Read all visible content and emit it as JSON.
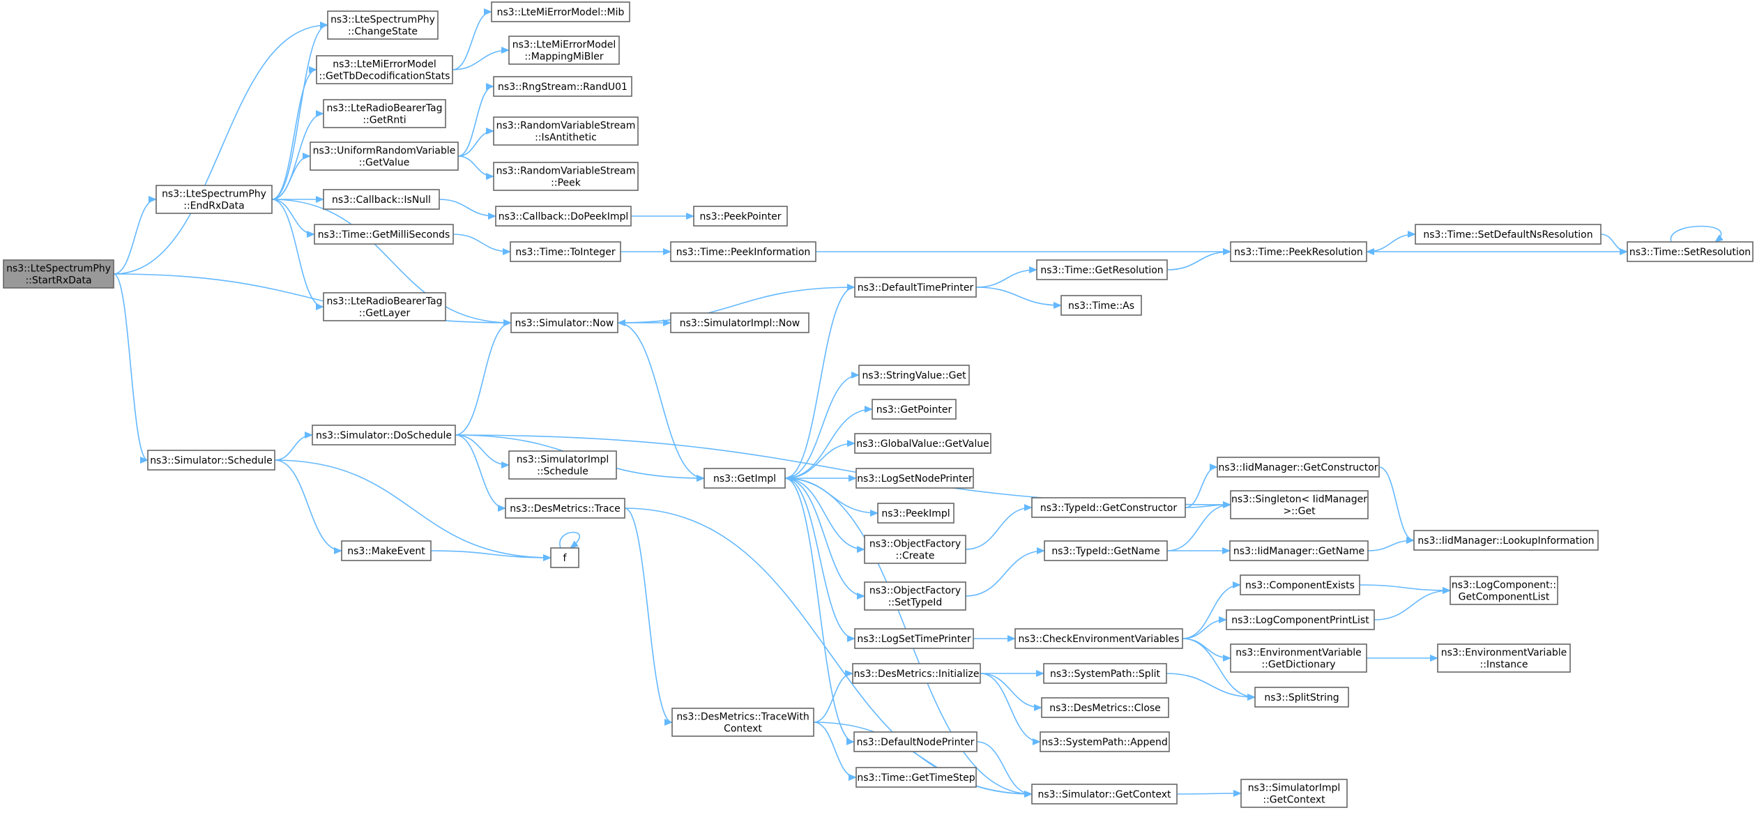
{
  "graph": {
    "edge_color": "#63b8ff",
    "node_border_color": "#666666",
    "root_fill_color": "#999999",
    "nodes": [
      {
        "id": "n0",
        "lines": [
          "ns3::LteSpectrumPhy",
          "::StartRxData"
        ],
        "root": true,
        "interactable": false
      },
      {
        "id": "n1",
        "lines": [
          "ns3::LteSpectrumPhy",
          "::EndRxData"
        ]
      },
      {
        "id": "n2",
        "lines": [
          "ns3::LteSpectrumPhy",
          "::ChangeState"
        ]
      },
      {
        "id": "n3",
        "lines": [
          "ns3::LteMiErrorModel",
          "::GetTbDecodificationStats"
        ]
      },
      {
        "id": "n4",
        "lines": [
          "ns3::LteMiErrorModel::Mib"
        ]
      },
      {
        "id": "n5",
        "lines": [
          "ns3::LteMiErrorModel",
          "::MappingMiBler"
        ]
      },
      {
        "id": "n6",
        "lines": [
          "ns3::LteRadioBearerTag",
          "::GetRnti"
        ]
      },
      {
        "id": "n7",
        "lines": [
          "ns3::UniformRandomVariable",
          "::GetValue"
        ]
      },
      {
        "id": "n8",
        "lines": [
          "ns3::RngStream::RandU01"
        ]
      },
      {
        "id": "n9",
        "lines": [
          "ns3::RandomVariableStream",
          "::IsAntithetic"
        ]
      },
      {
        "id": "n10",
        "lines": [
          "ns3::RandomVariableStream",
          "::Peek"
        ]
      },
      {
        "id": "n11",
        "lines": [
          "ns3::Callback::IsNull"
        ]
      },
      {
        "id": "n12",
        "lines": [
          "ns3::Callback::DoPeekImpl"
        ]
      },
      {
        "id": "n13",
        "lines": [
          "ns3::PeekPointer"
        ]
      },
      {
        "id": "n14",
        "lines": [
          "ns3::Time::GetMilliSeconds"
        ]
      },
      {
        "id": "n15",
        "lines": [
          "ns3::Time::ToInteger"
        ]
      },
      {
        "id": "n16",
        "lines": [
          "ns3::Time::PeekInformation"
        ]
      },
      {
        "id": "n17",
        "lines": [
          "ns3::Time::PeekResolution"
        ]
      },
      {
        "id": "n18",
        "lines": [
          "ns3::Time::SetDefaultNsResolution"
        ]
      },
      {
        "id": "n19",
        "lines": [
          "ns3::Time::SetResolution"
        ]
      },
      {
        "id": "n20",
        "lines": [
          "ns3::LteRadioBearerTag",
          "::GetLayer"
        ]
      },
      {
        "id": "n21",
        "lines": [
          "ns3::Simulator::Now"
        ]
      },
      {
        "id": "n22",
        "lines": [
          "ns3::SimulatorImpl::Now"
        ]
      },
      {
        "id": "n23",
        "lines": [
          "ns3::DefaultTimePrinter"
        ]
      },
      {
        "id": "n24",
        "lines": [
          "ns3::Time::GetResolution"
        ]
      },
      {
        "id": "n25",
        "lines": [
          "ns3::Time::As"
        ]
      },
      {
        "id": "n26",
        "lines": [
          "ns3::Simulator::Schedule"
        ]
      },
      {
        "id": "n27",
        "lines": [
          "ns3::Simulator::DoSchedule"
        ]
      },
      {
        "id": "n28",
        "lines": [
          "ns3::SimulatorImpl",
          "::Schedule"
        ]
      },
      {
        "id": "n29",
        "lines": [
          "ns3::DesMetrics::Trace"
        ]
      },
      {
        "id": "n30",
        "lines": [
          "ns3::MakeEvent"
        ]
      },
      {
        "id": "n31",
        "lines": [
          "f"
        ]
      },
      {
        "id": "n32",
        "lines": [
          "ns3::GetImpl"
        ]
      },
      {
        "id": "n33",
        "lines": [
          "ns3::StringValue::Get"
        ]
      },
      {
        "id": "n34",
        "lines": [
          "ns3::GetPointer"
        ]
      },
      {
        "id": "n35",
        "lines": [
          "ns3::GlobalValue::GetValue"
        ]
      },
      {
        "id": "n36",
        "lines": [
          "ns3::LogSetNodePrinter"
        ]
      },
      {
        "id": "n37",
        "lines": [
          "ns3::PeekImpl"
        ]
      },
      {
        "id": "n38",
        "lines": [
          "ns3::ObjectFactory",
          "::Create"
        ]
      },
      {
        "id": "n39",
        "lines": [
          "ns3::ObjectFactory",
          "::SetTypeId"
        ]
      },
      {
        "id": "n40",
        "lines": [
          "ns3::LogSetTimePrinter"
        ]
      },
      {
        "id": "n41",
        "lines": [
          "ns3::TypeId::GetConstructor"
        ]
      },
      {
        "id": "n42",
        "lines": [
          "ns3::TypeId::GetName"
        ]
      },
      {
        "id": "n43",
        "lines": [
          "ns3::IidManager::GetConstructor"
        ]
      },
      {
        "id": "n44",
        "lines": [
          "ns3::Singleton< IidManager",
          ">::Get"
        ]
      },
      {
        "id": "n45",
        "lines": [
          "ns3::IidManager::GetName"
        ]
      },
      {
        "id": "n46",
        "lines": [
          "ns3::IidManager::LookupInformation"
        ]
      },
      {
        "id": "n47",
        "lines": [
          "ns3::CheckEnvironmentVariables"
        ]
      },
      {
        "id": "n48",
        "lines": [
          "ns3::ComponentExists"
        ]
      },
      {
        "id": "n49",
        "lines": [
          "ns3::LogComponentPrintList"
        ]
      },
      {
        "id": "n50",
        "lines": [
          "ns3::LogComponent::",
          "GetComponentList"
        ]
      },
      {
        "id": "n51",
        "lines": [
          "ns3::EnvironmentVariable",
          "::GetDictionary"
        ]
      },
      {
        "id": "n52",
        "lines": [
          "ns3::EnvironmentVariable",
          "::Instance"
        ]
      },
      {
        "id": "n53",
        "lines": [
          "ns3::SplitString"
        ]
      },
      {
        "id": "n54",
        "lines": [
          "ns3::DesMetrics::Initialize"
        ]
      },
      {
        "id": "n55",
        "lines": [
          "ns3::SystemPath::Split"
        ]
      },
      {
        "id": "n56",
        "lines": [
          "ns3::DesMetrics::Close"
        ]
      },
      {
        "id": "n57",
        "lines": [
          "ns3::SystemPath::Append"
        ]
      },
      {
        "id": "n58",
        "lines": [
          "ns3::DesMetrics::TraceWith",
          "Context"
        ]
      },
      {
        "id": "n59",
        "lines": [
          "ns3::DefaultNodePrinter"
        ]
      },
      {
        "id": "n60",
        "lines": [
          "ns3::Time::GetTimeStep"
        ]
      },
      {
        "id": "n61",
        "lines": [
          "ns3::Simulator::GetContext"
        ]
      },
      {
        "id": "n62",
        "lines": [
          "ns3::SimulatorImpl",
          "::GetContext"
        ]
      }
    ],
    "edges": [
      [
        "n0",
        "n1"
      ],
      [
        "n0",
        "n2"
      ],
      [
        "n0",
        "n21"
      ],
      [
        "n0",
        "n26"
      ],
      [
        "n1",
        "n2"
      ],
      [
        "n1",
        "n3"
      ],
      [
        "n1",
        "n6"
      ],
      [
        "n1",
        "n7"
      ],
      [
        "n1",
        "n11"
      ],
      [
        "n1",
        "n14"
      ],
      [
        "n1",
        "n20"
      ],
      [
        "n1",
        "n21"
      ],
      [
        "n3",
        "n4"
      ],
      [
        "n3",
        "n5"
      ],
      [
        "n7",
        "n8"
      ],
      [
        "n7",
        "n9"
      ],
      [
        "n7",
        "n10"
      ],
      [
        "n11",
        "n12"
      ],
      [
        "n12",
        "n13"
      ],
      [
        "n14",
        "n15"
      ],
      [
        "n15",
        "n16"
      ],
      [
        "n16",
        "n17"
      ],
      [
        "n17",
        "n18"
      ],
      [
        "n18",
        "n19"
      ],
      [
        "n19",
        "n17"
      ],
      [
        "n19",
        "n19"
      ],
      [
        "n21",
        "n22"
      ],
      [
        "n21",
        "n32"
      ],
      [
        "n23",
        "n21"
      ],
      [
        "n23",
        "n24"
      ],
      [
        "n23",
        "n25"
      ],
      [
        "n24",
        "n17"
      ],
      [
        "n26",
        "n27"
      ],
      [
        "n26",
        "n30"
      ],
      [
        "n26",
        "n31"
      ],
      [
        "n27",
        "n21"
      ],
      [
        "n27",
        "n44"
      ],
      [
        "n27",
        "n28"
      ],
      [
        "n27",
        "n29"
      ],
      [
        "n27",
        "n32"
      ],
      [
        "n29",
        "n58"
      ],
      [
        "n29",
        "n61"
      ],
      [
        "n30",
        "n31"
      ],
      [
        "n31",
        "n31"
      ],
      [
        "n32",
        "n23"
      ],
      [
        "n32",
        "n33"
      ],
      [
        "n32",
        "n34"
      ],
      [
        "n32",
        "n35"
      ],
      [
        "n32",
        "n36"
      ],
      [
        "n32",
        "n37"
      ],
      [
        "n32",
        "n38"
      ],
      [
        "n32",
        "n39"
      ],
      [
        "n32",
        "n40"
      ],
      [
        "n32",
        "n59"
      ],
      [
        "n38",
        "n41"
      ],
      [
        "n41",
        "n43"
      ],
      [
        "n41",
        "n44"
      ],
      [
        "n43",
        "n46"
      ],
      [
        "n39",
        "n42"
      ],
      [
        "n42",
        "n44"
      ],
      [
        "n42",
        "n45"
      ],
      [
        "n45",
        "n46"
      ],
      [
        "n40",
        "n47"
      ],
      [
        "n47",
        "n48"
      ],
      [
        "n47",
        "n49"
      ],
      [
        "n47",
        "n51"
      ],
      [
        "n47",
        "n53"
      ],
      [
        "n48",
        "n50"
      ],
      [
        "n49",
        "n50"
      ],
      [
        "n51",
        "n52"
      ],
      [
        "n54",
        "n55"
      ],
      [
        "n54",
        "n56"
      ],
      [
        "n54",
        "n57"
      ],
      [
        "n55",
        "n53"
      ],
      [
        "n58",
        "n54"
      ],
      [
        "n58",
        "n60"
      ],
      [
        "n58",
        "n61"
      ],
      [
        "n59",
        "n61"
      ],
      [
        "n61",
        "n62"
      ],
      [
        "n61",
        "n32"
      ]
    ]
  }
}
